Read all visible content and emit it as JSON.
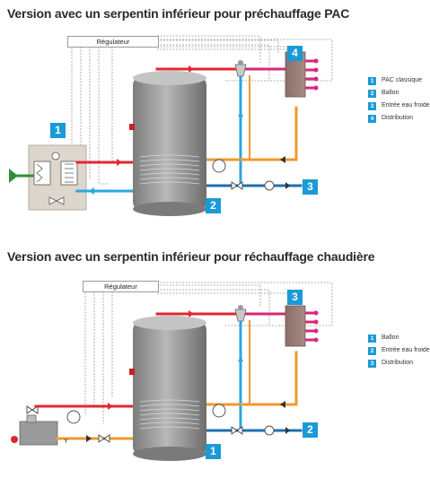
{
  "sections": [
    {
      "title": "Version avec un serpentin inférieur pour préchauffage PAC",
      "regulator_label": "Régulateur",
      "badges": {
        "heat_pump": "1",
        "tank": "2",
        "cold_water": "3",
        "distribution": "4"
      },
      "legend": [
        {
          "number": "1",
          "label": "PAC classique"
        },
        {
          "number": "2",
          "label": "Ballon"
        },
        {
          "number": "3",
          "label": "Entrée eau froide"
        },
        {
          "number": "4",
          "label": "Distribution"
        }
      ]
    },
    {
      "title": "Version avec un serpentin inférieur pour réchauffage chaudière",
      "regulator_label": "Régulateur",
      "boiler_valve_label": "Y",
      "badges": {
        "tank": "1",
        "cold_water": "2",
        "distribution": "3"
      },
      "legend": [
        {
          "number": "1",
          "label": "Ballon"
        },
        {
          "number": "2",
          "label": "Entrée eau froide"
        },
        {
          "number": "3",
          "label": "Distribution"
        }
      ]
    }
  ],
  "colors": {
    "accent_blue": "#1a9ad6",
    "hot_pipe": "#e32630",
    "cold_pipe": "#2aa7e0",
    "mixed_pipe": "#f0982a",
    "distribution_pipe": "#d6287a",
    "tank": "#9c9c9c",
    "heat_pump_box": "#ddd6cc"
  }
}
